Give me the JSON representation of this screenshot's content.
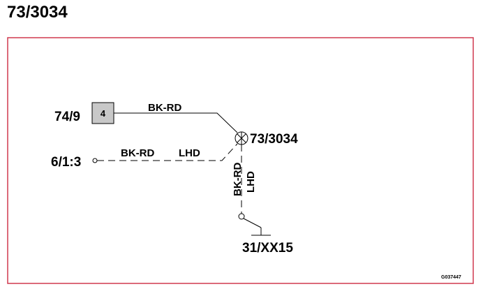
{
  "title": "73/3034",
  "colors": {
    "border": "#d0394f",
    "line": "#000000",
    "box_fill": "#c8c8c8"
  },
  "connectors": {
    "top_left": "74/9",
    "mid_left": "6/1:3",
    "component": "73/3034",
    "ground": "31/XX15"
  },
  "pin_number": "4",
  "wires": {
    "top": {
      "color": "BK-RD"
    },
    "mid": {
      "color": "BK-RD",
      "variant": "LHD"
    },
    "vertical": {
      "color": "BK-RD",
      "variant": "LHD"
    }
  },
  "figure_id": "G037447",
  "icons": {
    "component": "lamp-symbol-icon",
    "ground": "ground-symbol-icon"
  }
}
